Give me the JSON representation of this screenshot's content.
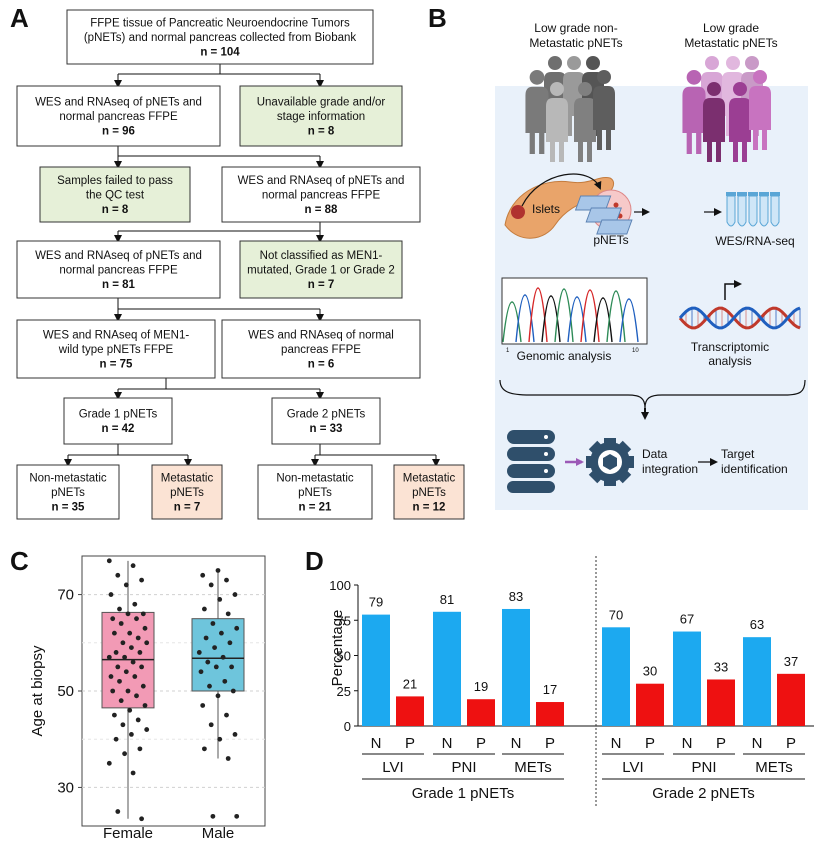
{
  "panels": {
    "a": "A",
    "b": "B",
    "c": "C",
    "d": "D"
  },
  "flowchart": {
    "nodes": [
      {
        "id": "root",
        "lines": [
          "FFPE tissue of Pancreatic Neuroendocrine Tumors",
          "(pNETs) and normal pancreas collected from Biobank"
        ],
        "n": "n = 104",
        "fill": "#ffffff"
      },
      {
        "id": "wes1",
        "lines": [
          "WES and RNAseq of pNETs and",
          "normal pancreas FFPE"
        ],
        "n": "n = 96",
        "fill": "#ffffff"
      },
      {
        "id": "unavail",
        "lines": [
          "Unavailable grade and/or",
          "stage information"
        ],
        "n": "n = 8",
        "fill": "#e6f0d8"
      },
      {
        "id": "qcfail",
        "lines": [
          "Samples failed to pass",
          "the QC test"
        ],
        "n": "n = 8",
        "fill": "#e6f0d8"
      },
      {
        "id": "wes2",
        "lines": [
          "WES and RNAseq of pNETs and",
          "normal pancreas FFPE"
        ],
        "n": "n = 88",
        "fill": "#ffffff"
      },
      {
        "id": "wes3",
        "lines": [
          "WES and RNAseq of pNETs and",
          "normal pancreas FFPE"
        ],
        "n": "n = 81",
        "fill": "#ffffff"
      },
      {
        "id": "notclass",
        "lines": [
          "Not classified as MEN1-",
          "mutated, Grade 1 or Grade 2"
        ],
        "n": "n = 7",
        "fill": "#e6f0d8"
      },
      {
        "id": "wt",
        "lines": [
          "WES and RNAseq of MEN1-",
          "wild type pNETs FFPE"
        ],
        "n": "n = 75",
        "fill": "#ffffff"
      },
      {
        "id": "normal",
        "lines": [
          "WES and RNAseq of normal",
          "pancreas FFPE"
        ],
        "n": "n = 6",
        "fill": "#ffffff"
      },
      {
        "id": "g1",
        "lines": [
          "Grade 1 pNETs"
        ],
        "n": "n = 42",
        "fill": "#ffffff"
      },
      {
        "id": "g2",
        "lines": [
          "Grade 2 pNETs"
        ],
        "n": "n = 33",
        "fill": "#ffffff"
      },
      {
        "id": "g1nm",
        "lines": [
          "Non-metastatic",
          "pNETs"
        ],
        "n": "n = 35",
        "fill": "#ffffff"
      },
      {
        "id": "g1m",
        "lines": [
          "Metastatic",
          "pNETs"
        ],
        "n": "n = 7",
        "fill": "#fbe3d4"
      },
      {
        "id": "g2nm",
        "lines": [
          "Non-metastatic",
          "pNETs"
        ],
        "n": "n = 21",
        "fill": "#ffffff"
      },
      {
        "id": "g2m",
        "lines": [
          "Metastatic",
          "pNETs"
        ],
        "n": "n = 12",
        "fill": "#fbe3d4"
      }
    ]
  },
  "schematic": {
    "group_low": [
      "Low grade non-",
      "Metastatic pNETs"
    ],
    "group_met": [
      "Low grade",
      "Metastatic pNETs"
    ],
    "islets": "Islets",
    "pnets": "pNETs",
    "wes": "WES/RNA-seq",
    "genomic": "Genomic analysis",
    "transcriptomic": [
      "Transcriptomic",
      "analysis"
    ],
    "integration": [
      "Data",
      "integration"
    ],
    "target": [
      "Target",
      "identification"
    ],
    "seq_tick_start": "1",
    "seq_tick_end": "10",
    "colors": {
      "background": "#e9f1fa",
      "gray_people": "#8a8a8a",
      "purple_people": "#a54aa0",
      "database": "#2f4f6b",
      "arrow_purple": "#9b59b6"
    }
  },
  "boxplot": {
    "ylabel": "Age at biopsy",
    "yticks": [
      30,
      50,
      70
    ],
    "ylim": [
      22,
      78
    ],
    "groups": [
      {
        "name": "Female",
        "color": "#f29ab5",
        "q1": 46.5,
        "median": 56.5,
        "q3": 66.3,
        "whisker_low": 23.5,
        "whisker_high": 77,
        "points": [
          77,
          76,
          74,
          73,
          72,
          70,
          68,
          67,
          66,
          66,
          65,
          65,
          64,
          63,
          62,
          62,
          61,
          60,
          60,
          59,
          58,
          58,
          57,
          57,
          56,
          55,
          55,
          54,
          53,
          53,
          52,
          51,
          50,
          50,
          49,
          48,
          47,
          46,
          45,
          44,
          43,
          42,
          41,
          40,
          38,
          37,
          35,
          33,
          25,
          23.5
        ]
      },
      {
        "name": "Male",
        "color": "#6ec5dc",
        "q1": 50,
        "median": 56.8,
        "q3": 65,
        "whisker_low": 36,
        "whisker_high": 75,
        "points": [
          75,
          74,
          73,
          72,
          70,
          69,
          67,
          66,
          64,
          63,
          62,
          61,
          60,
          59,
          58,
          57,
          56,
          55,
          55,
          54,
          52,
          51,
          50,
          49,
          47,
          45,
          43,
          41,
          40,
          38,
          36,
          24,
          24
        ]
      }
    ]
  },
  "barchart": {
    "ylabel": "Percentage",
    "yticks": [
      0,
      25,
      50,
      75,
      100
    ],
    "ylim": [
      0,
      100
    ],
    "colors": {
      "N": "#1ca9f0",
      "P": "#ee1111"
    },
    "grades": [
      {
        "label": "Grade 1 pNETs",
        "groups": [
          {
            "name": "LVI",
            "N": 79,
            "P": 21
          },
          {
            "name": "PNI",
            "N": 81,
            "P": 19
          },
          {
            "name": "METs",
            "N": 83,
            "P": 17
          }
        ]
      },
      {
        "label": "Grade 2 pNETs",
        "groups": [
          {
            "name": "LVI",
            "N": 70,
            "P": 30
          },
          {
            "name": "PNI",
            "N": 67,
            "P": 33
          },
          {
            "name": "METs",
            "N": 63,
            "P": 37
          }
        ]
      }
    ],
    "bar_labels": [
      "N",
      "P"
    ]
  },
  "chart_data": [
    {
      "type": "box",
      "ylabel": "Age at biopsy",
      "ylim": [
        22,
        78
      ],
      "categories": [
        "Female",
        "Male"
      ],
      "series": [
        {
          "name": "Female",
          "median": 56.5,
          "q1": 46.5,
          "q3": 66.3,
          "min": 23.5,
          "max": 77
        },
        {
          "name": "Male",
          "median": 56.8,
          "q1": 50,
          "q3": 65,
          "min": 36,
          "max": 75
        }
      ]
    },
    {
      "type": "bar",
      "ylabel": "Percentage",
      "ylim": [
        0,
        100
      ],
      "categories": [
        "Grade 1 LVI",
        "Grade 1 PNI",
        "Grade 1 METs",
        "Grade 2 LVI",
        "Grade 2 PNI",
        "Grade 2 METs"
      ],
      "series": [
        {
          "name": "N",
          "values": [
            79,
            81,
            83,
            70,
            67,
            63
          ]
        },
        {
          "name": "P",
          "values": [
            21,
            19,
            17,
            30,
            33,
            37
          ]
        }
      ]
    }
  ]
}
